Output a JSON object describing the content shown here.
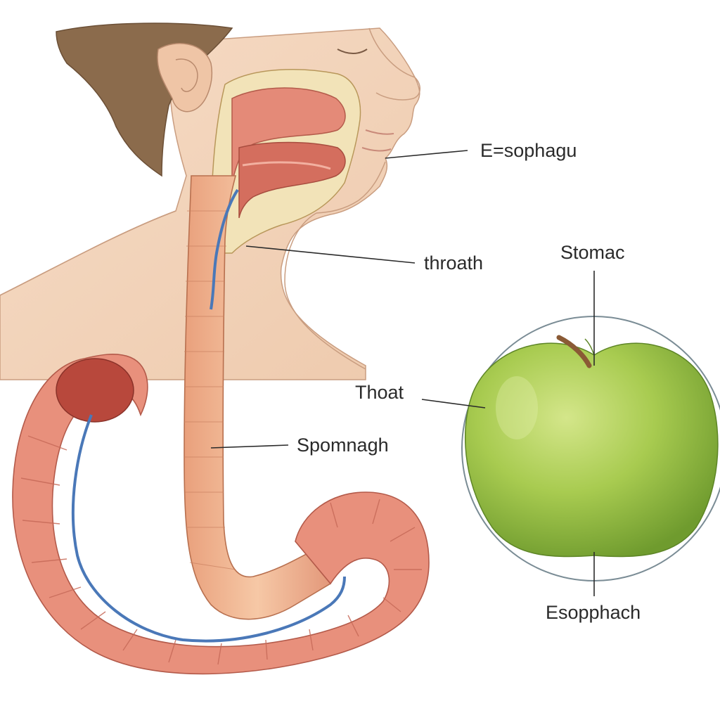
{
  "diagram": {
    "labels": {
      "esophagus_top": "E=sophagu",
      "throat_right": "throath",
      "stomach_top": "Stomac",
      "throat_left": "Thoat",
      "sponge": "Spomnagh",
      "esophach_bottom": "Esopphach"
    },
    "colors": {
      "background": "#ffffff",
      "skin": "#f4d7bf",
      "skin_shadow": "#e7bb9c",
      "hair": "#8b6b4c",
      "tissue": "#e48a78",
      "tissue_dark": "#c8614f",
      "esophagus_tube": "#f0b48f",
      "bone": "#f2e3b8",
      "vein": "#4a78b8",
      "apple": "#9ec44a",
      "apple_light": "#c9de7a",
      "apple_dark": "#6f9b2e",
      "stem": "#8a5a35",
      "outline": "#2b2b2b",
      "circle": "#7a8c95"
    },
    "icons": [
      "head-profile",
      "esophagus",
      "stomach-intestine",
      "green-apple"
    ]
  }
}
